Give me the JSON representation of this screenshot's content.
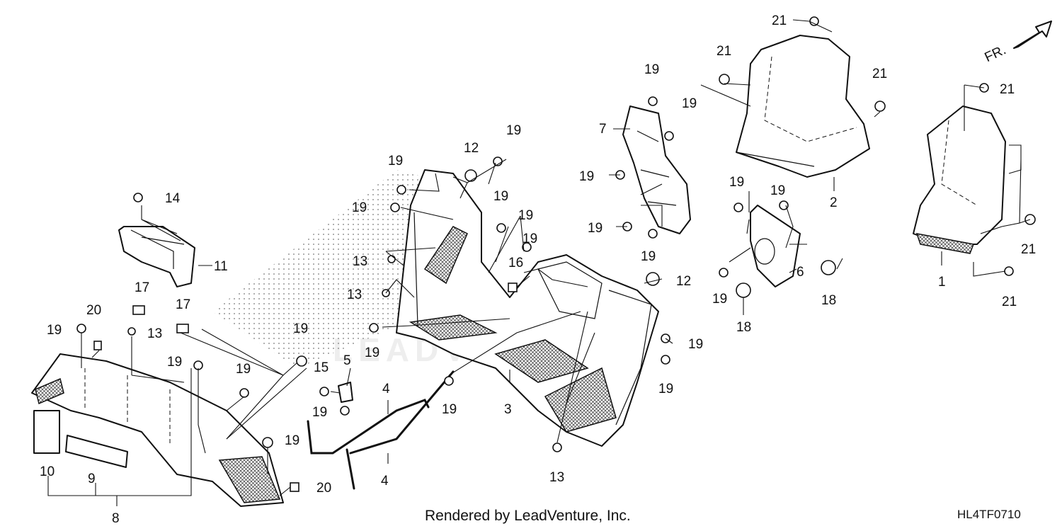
{
  "watermark": "LEADVENTURE",
  "footer_credit": "Rendered by LeadVenture, Inc.",
  "diagram_code": "HL4TF0710",
  "direction_label": "FR.",
  "callouts": {
    "p21a": "21",
    "p21b": "21",
    "p21c": "21",
    "p21d": "21",
    "p21e": "21",
    "p21f": "21",
    "p19a": "19",
    "p19b": "19",
    "p19c": "19",
    "p19d": "19",
    "p19e": "19",
    "p19f": "19",
    "p19g": "19",
    "p19h": "19",
    "p19i": "19",
    "p19j": "19",
    "p19k": "19",
    "p19l": "19",
    "p19m": "19",
    "p19n": "19",
    "p19o": "19",
    "p19p": "19",
    "p19q": "19",
    "p19r": "19",
    "p19s": "19",
    "p19t": "19",
    "p19u": "19",
    "p19v": "19",
    "p19w": "19",
    "p1": "1",
    "p2": "2",
    "p3": "3",
    "p4a": "4",
    "p4b": "4",
    "p5": "5",
    "p6": "6",
    "p7": "7",
    "p8": "8",
    "p9": "9",
    "p10": "10",
    "p11": "11",
    "p12a": "12",
    "p12b": "12",
    "p13a": "13",
    "p13b": "13",
    "p13c": "13",
    "p13d": "13",
    "p14": "14",
    "p15": "15",
    "p16": "16",
    "p17a": "17",
    "p17b": "17",
    "p18a": "18",
    "p18b": "18",
    "p20a": "20",
    "p20b": "20"
  }
}
